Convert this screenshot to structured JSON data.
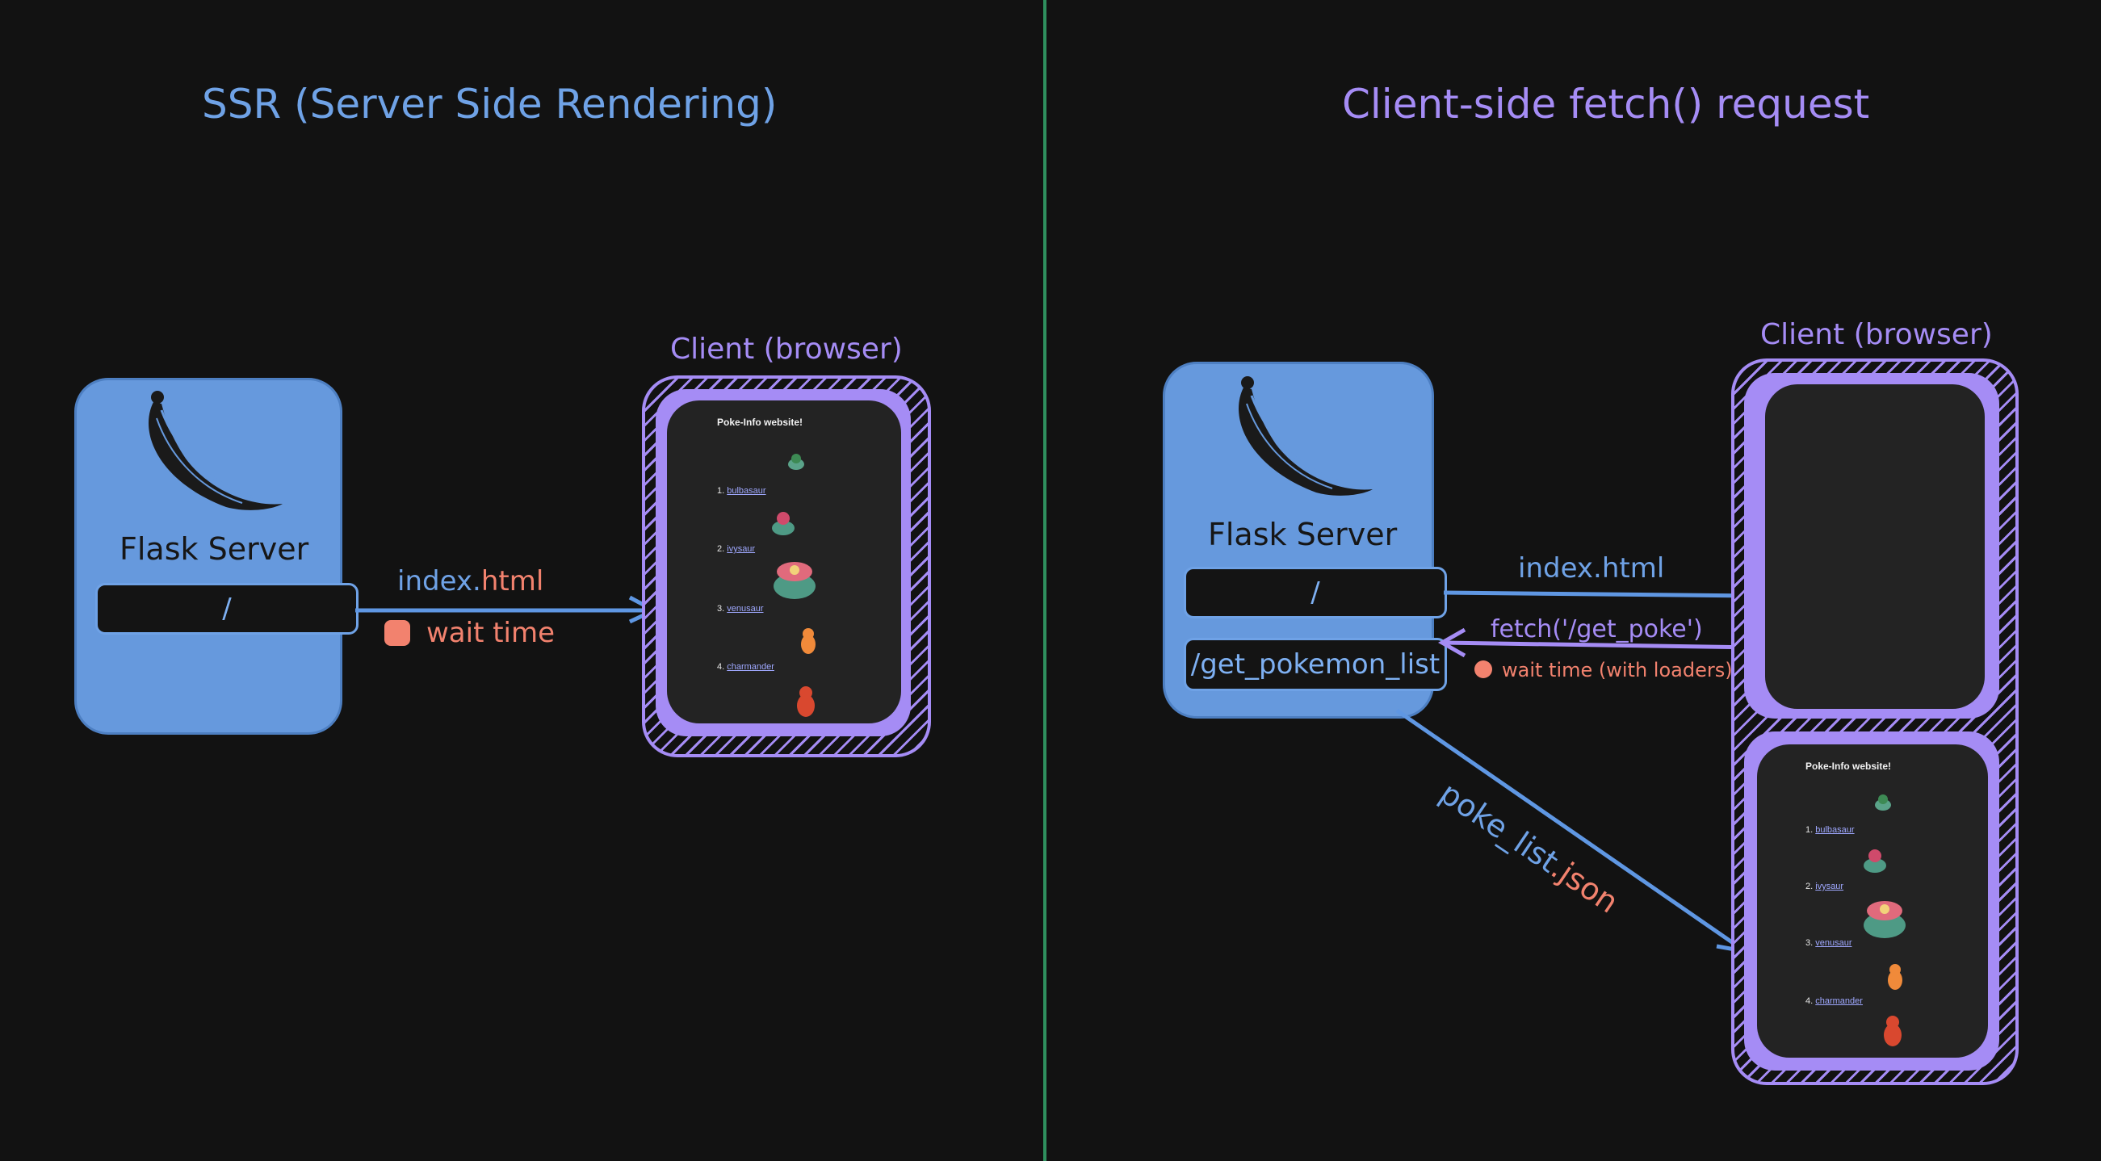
{
  "left": {
    "title": "SSR (Server Side Rendering)",
    "server_label": "Flask Server",
    "route": "/",
    "client_label": "Client (browser)",
    "arrow_label_1": "index.",
    "arrow_label_2": "html",
    "wait_label": "wait time"
  },
  "right": {
    "title": "Client-side fetch() request",
    "server_label": "Flask Server",
    "route_root": "/",
    "route_list": "/get_pokemon_list",
    "client_label": "Client (browser)",
    "index_label": "index.html",
    "fetch_label": "fetch('/get_poke')",
    "wait_label": "wait time (with loaders)",
    "json_label_1": "poke_list",
    "json_label_2": ".json"
  },
  "site": {
    "title": "Poke-Info website!",
    "items": [
      {
        "num": "1.",
        "name": "bulbasaur"
      },
      {
        "num": "2.",
        "name": "ivysaur"
      },
      {
        "num": "3.",
        "name": "venusaur"
      },
      {
        "num": "4.",
        "name": "charmander"
      }
    ]
  },
  "colors": {
    "blue": "#6699dd",
    "purple": "#a58cf5",
    "salmon": "#f2826e",
    "divider": "#2f8f5e",
    "background": "#121212"
  }
}
